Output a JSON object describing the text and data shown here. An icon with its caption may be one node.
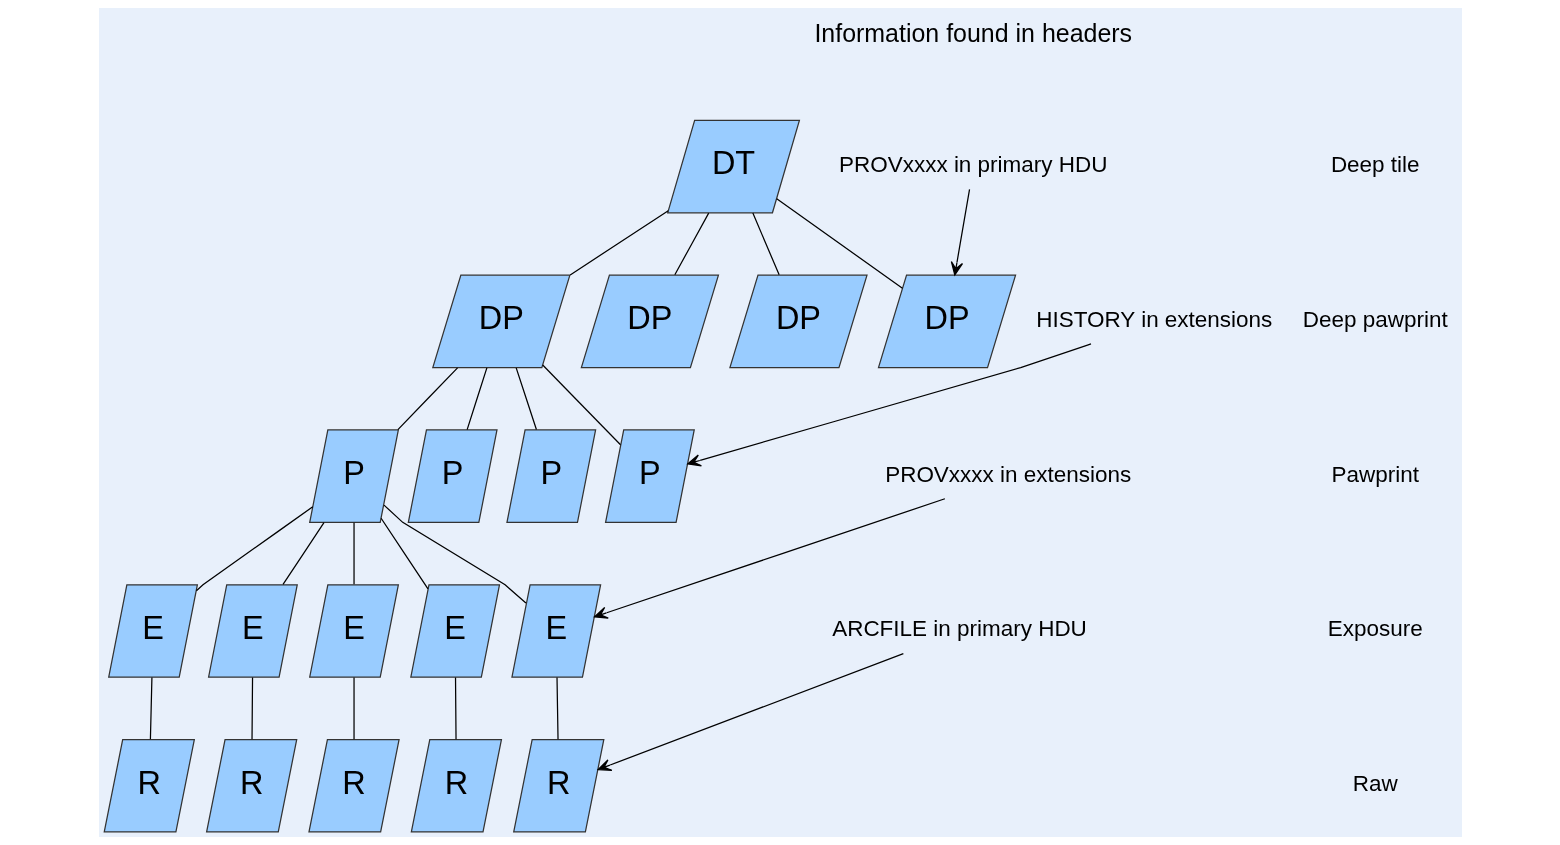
{
  "diagram": {
    "nodes": [
      {
        "text": [
          "DT"
        ]
      },
      {
        "text": [
          "DP"
        ]
      },
      {
        "text": [
          "DP"
        ]
      },
      {
        "text": [
          "DP"
        ]
      },
      {
        "text": [
          "DP"
        ]
      },
      {
        "text": [
          "P"
        ]
      },
      {
        "text": [
          "P"
        ]
      },
      {
        "text": [
          "P"
        ]
      },
      {
        "text": [
          "P"
        ]
      },
      {
        "text": [
          "E"
        ]
      },
      {
        "text": [
          "E"
        ]
      },
      {
        "text": [
          "E"
        ]
      },
      {
        "text": [
          "E"
        ]
      },
      {
        "text": [
          "E"
        ]
      },
      {
        "text": [
          "R"
        ]
      },
      {
        "text": [
          "R"
        ]
      },
      {
        "text": [
          "R"
        ]
      },
      {
        "text": [
          "R"
        ]
      },
      {
        "text": [
          "R"
        ]
      },
      {
        "text": [
          "PROVxxxx in primary HDU"
        ]
      },
      {
        "text": [
          "HISTORY in extensions"
        ]
      },
      {
        "text": [
          "PROVxxxx in extensions"
        ]
      },
      {
        "text": [
          "ARCFILE in primary HDU"
        ]
      }
    ],
    "edges": [
      {
        "from": 0,
        "to": 1,
        "arrow": "none"
      },
      {
        "from": 0,
        "to": 2,
        "arrow": "none"
      },
      {
        "from": 0,
        "to": 3,
        "arrow": "none"
      },
      {
        "from": 0,
        "to": 4,
        "arrow": "none"
      },
      {
        "from": 1,
        "to": 5,
        "arrow": "none"
      },
      {
        "from": 1,
        "to": 6,
        "arrow": "none"
      },
      {
        "from": 1,
        "to": 7,
        "arrow": "none"
      },
      {
        "from": 1,
        "to": 8,
        "arrow": "none"
      },
      {
        "from": 5,
        "to": 9,
        "arrow": "none"
      },
      {
        "from": 5,
        "to": 10,
        "arrow": "none"
      },
      {
        "from": 5,
        "to": 11,
        "arrow": "none"
      },
      {
        "from": 5,
        "to": 12,
        "arrow": "none"
      },
      {
        "from": 5,
        "to": 13,
        "arrow": "none"
      },
      {
        "from": 9,
        "to": 14,
        "arrow": "none"
      },
      {
        "from": 10,
        "to": 15,
        "arrow": "none"
      },
      {
        "from": 11,
        "to": 16,
        "arrow": "none"
      },
      {
        "from": 12,
        "to": 17,
        "arrow": "none"
      },
      {
        "from": 13,
        "to": 18,
        "arrow": "none"
      },
      {
        "from": 19,
        "to": 4,
        "arrow": "to"
      },
      {
        "from": 20,
        "to": 8,
        "arrow": "to"
      },
      {
        "from": 21,
        "to": 13,
        "arrow": "to"
      },
      {
        "from": 22,
        "to": 18,
        "arrow": "to"
      }
    ],
    "labels": [
      "Information found in headers",
      "Deep tile",
      "Deep pawprint",
      "Pawprint",
      "Exposure",
      "Raw"
    ]
  }
}
